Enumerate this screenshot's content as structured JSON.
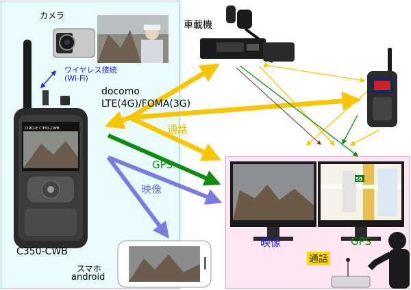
{
  "labels": {
    "camera": "カメラ",
    "wireless_line1": "ワイヤレス接続",
    "wireless_line2": "(Wi-Fi)",
    "vehicle_radio": "車載機",
    "carrier_line1": "docomo",
    "carrier_line2": "LTE(4G)/FOMA(3G)",
    "call": "通話",
    "gps": "GPS",
    "video": "映像",
    "radio_model": "C350-CWB",
    "smartphone_line1": "スマホ",
    "smartphone_line2": "android",
    "monitor_video": "映像",
    "monitor_gps": "GPS",
    "operator_call": "通話",
    "radio_display_header": "CIRCLE  C350-CWB",
    "map_badge": "SB"
  },
  "colors": {
    "call_arrow": "#f7c600",
    "gps_arrow": "#118a11",
    "video_arrow": "#7b7be0",
    "wifi_arrow": "#2b2bd6",
    "left_panel_bg": "#e9fbfb",
    "center_panel_bg": "#fce6f1",
    "label_blue": "#1f1fd0",
    "label_green": "#118a11",
    "label_orange": "#e6b800"
  }
}
